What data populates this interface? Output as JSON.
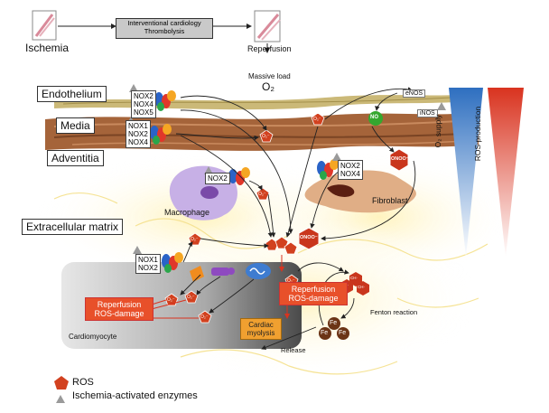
{
  "top_flow": {
    "ischemia": "Ischemia",
    "intervention_line1": "Interventional cardiology",
    "intervention_line2": "Thrombolysis",
    "reperfusion": "Reperfusion",
    "massive_load": "Massive load",
    "o2": "O₂"
  },
  "layers": {
    "endothelium": "Endothelium",
    "media": "Media",
    "adventitia": "Adventitia",
    "extracellular_matrix": "Extracellular matrix"
  },
  "enzymes": {
    "endothelium_nox": [
      "NOX2",
      "NOX4",
      "NOX5"
    ],
    "media_nox": [
      "NOX1",
      "NOX2",
      "NOX4"
    ],
    "fibroblast_nox": [
      "NOX2",
      "NOX4"
    ],
    "macrophage_nox": [
      "NOX2"
    ],
    "ecm_nox": [
      "NOX1",
      "NOX2"
    ],
    "enos": "eNOS",
    "inos": "iNOS",
    "no": "NO",
    "onoo_fibroblast": "ONOO⁻",
    "onoo_center": "ONOO⁻"
  },
  "cells": {
    "macrophage": "Macrophage",
    "fibroblast": "Fibroblast",
    "cardiomyocyte": "Cardiomyocyte"
  },
  "damage": {
    "reperfusion_ros_left_1": "Reperfusion",
    "reperfusion_ros_left_2": "ROS-damage",
    "reperfusion_ros_right_1": "Reperfusion",
    "reperfusion_ros_right_2": "ROS-damage",
    "cardiac_myolysis_1": "Cardiac",
    "cardiac_myolysis_2": "myolysis",
    "fenton": "Fenton reaction",
    "release": "Release",
    "fe": "Fe",
    "ch": "CH·"
  },
  "ros_symbol": "O₂⁻",
  "gradients": {
    "o2_supply": "O₂ supply",
    "ros_production": "ROS production",
    "o2_color": "#2e6fc0",
    "ros_color": "#d9331f"
  },
  "legend": {
    "ros": "ROS",
    "ischemia_enzymes": "Ischemia-activated enzymes"
  },
  "colors": {
    "ros_pentagon": "#d2411f",
    "enzyme_triangle": "#9a9a9a",
    "no_green": "#35a72f",
    "orange_box": "#e8502a",
    "myolysis_box": "#f0a030",
    "iron": "#6b3416"
  }
}
